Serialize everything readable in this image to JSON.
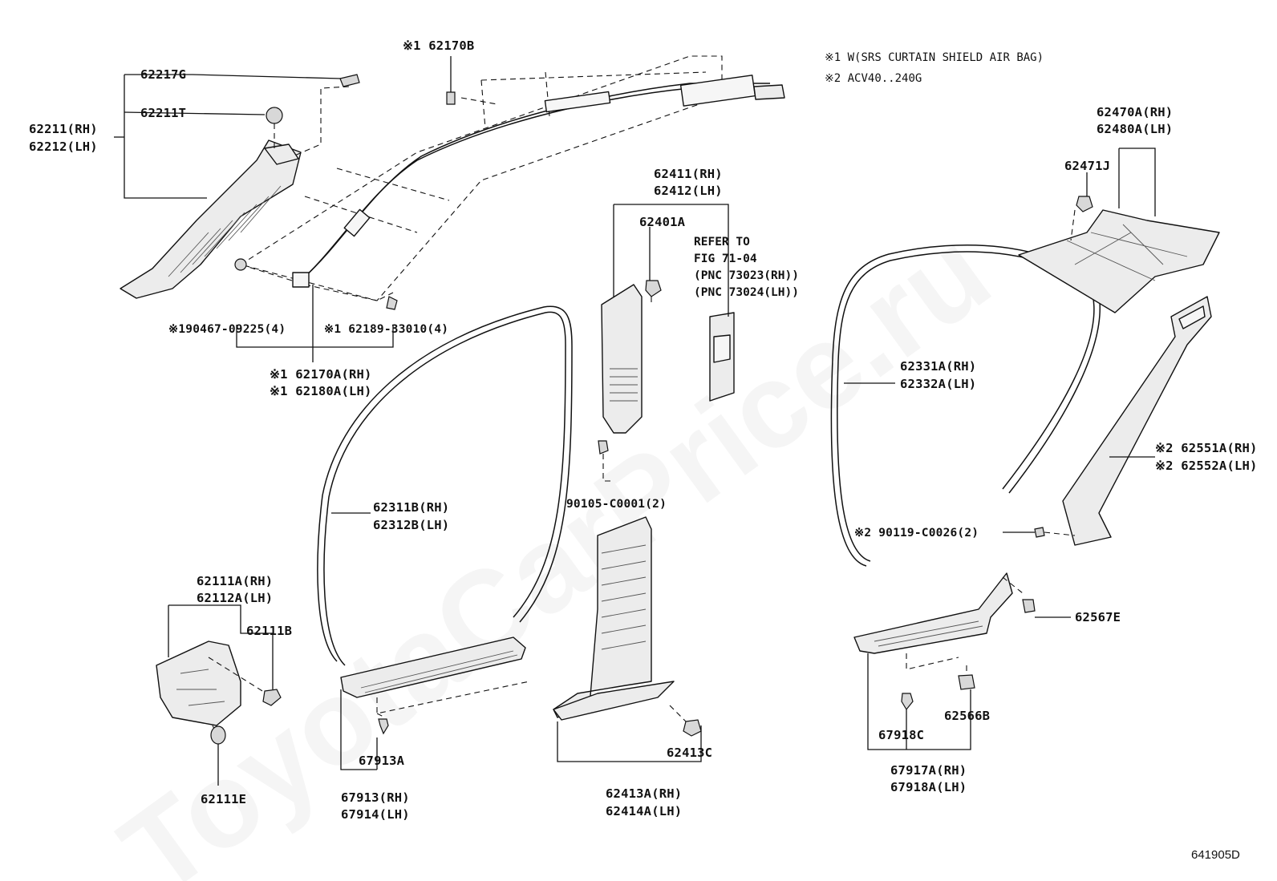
{
  "notes": [
    {
      "mark": "※1",
      "text": "W(SRS CURTAIN SHIELD AIR BAG)"
    },
    {
      "mark": "※2",
      "text": "ACV40..240G"
    }
  ],
  "refer_note": [
    "REFER TO",
    "FIG 71-04",
    "(PNC 73023(RH))",
    "(PNC 73024(LH))"
  ],
  "labels": {
    "l62170B": "※1 62170B",
    "l62217G": "62217G",
    "l62211T": "62211T",
    "l62211RH": "62211(RH)",
    "l62212LH": "62212(LH)",
    "l190467": "※190467-09225(4)",
    "l62189": "※1 62189-33010(4)",
    "l62170A": "※1 62170A(RH)",
    "l62180A": "※1 62180A(LH)",
    "l62411": "62411(RH)",
    "l62412": "62412(LH)",
    "l62401A": "62401A",
    "l90105": "90105-C0001(2)",
    "l62311B": "62311B(RH)",
    "l62312B": "62312B(LH)",
    "l62111A": "62111A(RH)",
    "l62112A": "62112A(LH)",
    "l62111B": "62111B",
    "l62111E": "62111E",
    "l67913A": "67913A",
    "l67913": "67913(RH)",
    "l67914": "67914(LH)",
    "l62413C": "62413C",
    "l62413A": "62413A(RH)",
    "l62414A": "62414A(LH)",
    "l62470A": "62470A(RH)",
    "l62480A": "62480A(LH)",
    "l62471J": "62471J",
    "l62331A": "62331A(RH)",
    "l62332A": "62332A(LH)",
    "l62551A": "※2 62551A(RH)",
    "l62552A": "※2 62552A(LH)",
    "l90119": "※2 90119-C0026(2)",
    "l62567E": "62567E",
    "l62566B": "62566B",
    "l67918C": "67918C",
    "l67917A": "67917A(RH)",
    "l67918A": "67918A(LH)"
  },
  "figure_code": "641905D",
  "watermark": "ToyotaCarPrice.ru",
  "colors": {
    "ink": "#111111",
    "part_fill": "#ececec",
    "background": "#ffffff"
  }
}
